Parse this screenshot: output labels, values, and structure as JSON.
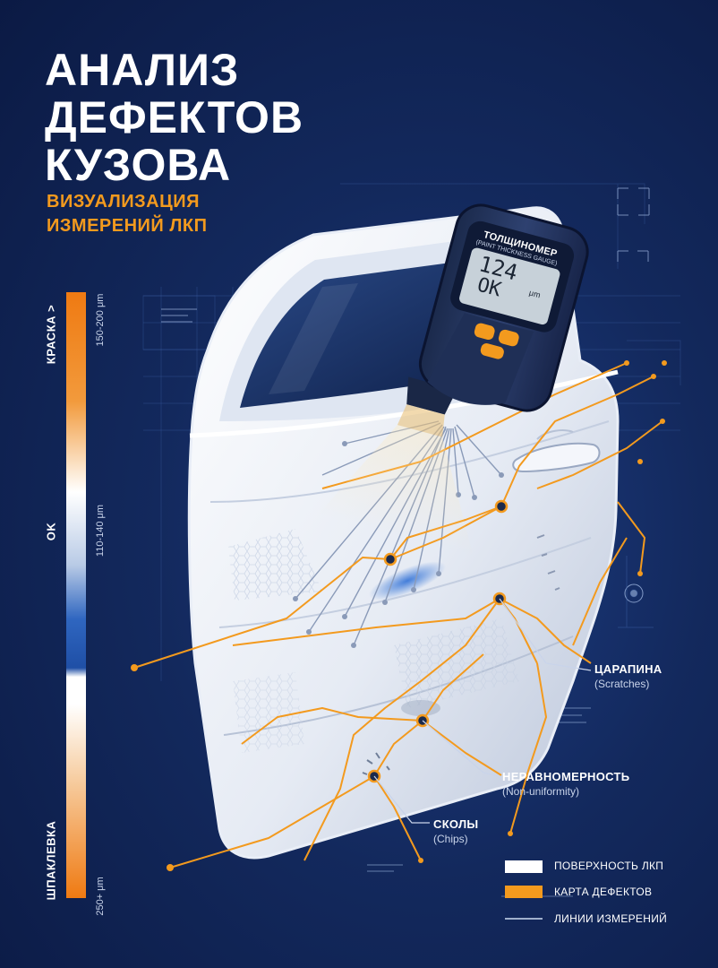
{
  "title": {
    "line1": "АНАЛИЗ",
    "line2": "ДЕФЕКТОВ",
    "line3": "КУЗОВА"
  },
  "subtitle": {
    "line1": "ВИЗУАЛИЗАЦИЯ",
    "line2": "ИЗМЕРЕНИЙ ЛКП"
  },
  "gauge": {
    "name": "ТОЛЩИНОМЕР",
    "name_en": "(PAINT THICKNESS GAUGE)",
    "reading": "124",
    "unit": "μm",
    "status": "OK"
  },
  "scale": {
    "zones": [
      {
        "label": "КРАСКА >",
        "range": "150-200 μm"
      },
      {
        "label": "OK",
        "range": "110-140 μm"
      },
      {
        "label": "ШПАКЛЕВКА",
        "range": "250+ μm"
      }
    ]
  },
  "callouts": {
    "scratches": {
      "ru": "ЦАРАПИНА",
      "en": "(Scratches)"
    },
    "nonuniformity": {
      "ru": "НЕРАВНОМЕРНОСТЬ",
      "en": "(Non-uniformity)"
    },
    "chips": {
      "ru": "СКОЛЫ",
      "en": "(Chips)"
    }
  },
  "legend": [
    {
      "label": "ПОВЕРХНОСТЬ ЛКП",
      "swatch": "white-bar"
    },
    {
      "label": "КАРТА ДЕФЕКТОВ",
      "swatch": "orange-bar"
    },
    {
      "label": "ЛИНИИ ИЗМЕРЕНИЙ",
      "swatch": "thin-line"
    }
  ],
  "colors": {
    "background": "#13295d",
    "accent": "#f39a1e",
    "ok_blue": "#2f66c0",
    "surface": "#ffffff",
    "line": "#9fb0cc"
  }
}
